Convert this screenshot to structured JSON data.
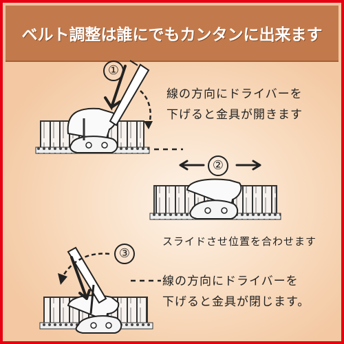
{
  "banner": {
    "title": "ベルト調整は誰にでもカンタンに出来ます"
  },
  "steps": [
    {
      "number": "①",
      "line1": "線の方向にドライバーを",
      "line2": "下げると金具が開きます"
    },
    {
      "number": "②",
      "caption": "スライドさせ位置を合わせます"
    },
    {
      "number": "③",
      "line1": "線の方向にドライバーを",
      "line2": "下げると金具が閉じます。"
    }
  ],
  "colors": {
    "border": "#e60012",
    "banner": "#c27a4c",
    "background": "#f9dcc0"
  }
}
